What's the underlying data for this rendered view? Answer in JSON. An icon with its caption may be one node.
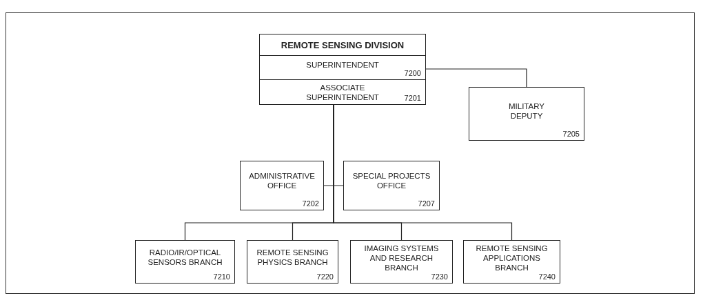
{
  "diagram": {
    "nodes": [
      {
        "text": [
          "REMOTE SENSING DIVISION"
        ]
      },
      {
        "text": [
          "SUPERINTENDENT",
          "7200"
        ]
      },
      {
        "text": [
          "ASSOCIATE SUPERINTENDENT",
          "7201"
        ]
      },
      {
        "text": [
          "MILITARY DEPUTY",
          "7205"
        ]
      },
      {
        "text": [
          "ADMINISTRATIVE OFFICE",
          "7202"
        ]
      },
      {
        "text": [
          "SPECIAL PROJECTS OFFICE",
          "7207"
        ]
      },
      {
        "text": [
          "RADIO/IR/OPTICAL SENSORS BRANCH",
          "7210"
        ]
      },
      {
        "text": [
          "REMOTE SENSING PHYSICS BRANCH",
          "7220"
        ]
      },
      {
        "text": [
          "IMAGING SYSTEMS AND RESEARCH BRANCH",
          "7230"
        ]
      },
      {
        "text": [
          "REMOTE SENSING APPLICATIONS BRANCH",
          "7240"
        ]
      }
    ],
    "edges": [
      {
        "from": 1,
        "to": 3,
        "arrow": "none"
      },
      {
        "from": 2,
        "to": 4,
        "arrow": "none"
      },
      {
        "from": 2,
        "to": 5,
        "arrow": "none"
      },
      {
        "from": 2,
        "to": 6,
        "arrow": "none"
      },
      {
        "from": 2,
        "to": 7,
        "arrow": "none"
      },
      {
        "from": 2,
        "to": 8,
        "arrow": "none"
      },
      {
        "from": 2,
        "to": 9,
        "arrow": "none"
      }
    ]
  }
}
